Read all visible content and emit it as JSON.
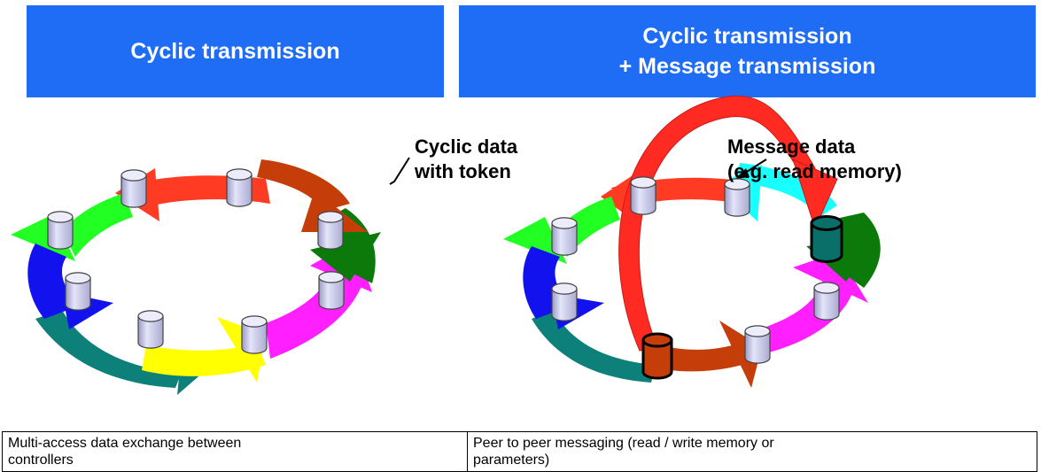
{
  "panels": [
    {
      "title_lines": [
        "Cyclic transmission"
      ],
      "annotation_lines": [
        "Cyclic data",
        "with token"
      ],
      "caption_lines": [
        "Multi-access data exchange between",
        "controllers"
      ]
    },
    {
      "title_lines": [
        "Cyclic transmission",
        "+ Message transmission"
      ],
      "annotation_lines": [
        "Message data",
        "(e.g. read memory)"
      ],
      "caption_lines": [
        "Peer to peer messaging (read / write memory or",
        "parameters)"
      ]
    }
  ],
  "colors": {
    "banner": "#1f6cf5",
    "ring_segments": [
      "#ff3b24",
      "#c53d08",
      "#0b7a0b",
      "#ff1fff",
      "#ffff00",
      "#0d8079",
      "#1212ee",
      "#22ff22",
      "#17ffff"
    ],
    "node": "#d8d8f4",
    "node_message_target": "#0a6f69",
    "node_message_source": "#c53d08",
    "message_arrow": "#ff2a22"
  }
}
